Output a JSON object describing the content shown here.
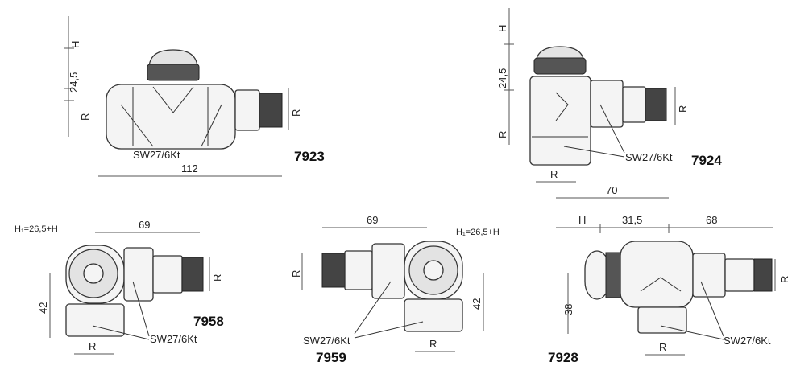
{
  "valves": [
    {
      "model": "7923",
      "wrench": "SW27/6Kt",
      "dims": {
        "top": "H",
        "mid": "24,5",
        "bottom": "R",
        "right": "R",
        "length": "112"
      }
    },
    {
      "model": "7924",
      "wrench": "SW27/6Kt",
      "dims": {
        "top": "H",
        "mid": "24,5",
        "left": "R",
        "right": "R",
        "bottom": "R",
        "length": "70"
      }
    },
    {
      "model": "7958",
      "wrench": "SW27/6Kt",
      "dims": {
        "formula": "H₁=26,5+H",
        "top": "69",
        "height": "42",
        "right": "R",
        "bottom": "R"
      }
    },
    {
      "model": "7959",
      "wrench": "SW27/6Kt",
      "dims": {
        "formula": "H₁=26,5+H",
        "top": "69",
        "height": "42",
        "left": "R",
        "bottom": "R"
      }
    },
    {
      "model": "7928",
      "wrench": "SW27/6Kt",
      "dims": {
        "h": "H",
        "mid": "31,5",
        "right": "68",
        "height": "38",
        "right_r": "R",
        "bottom": "R"
      }
    }
  ]
}
